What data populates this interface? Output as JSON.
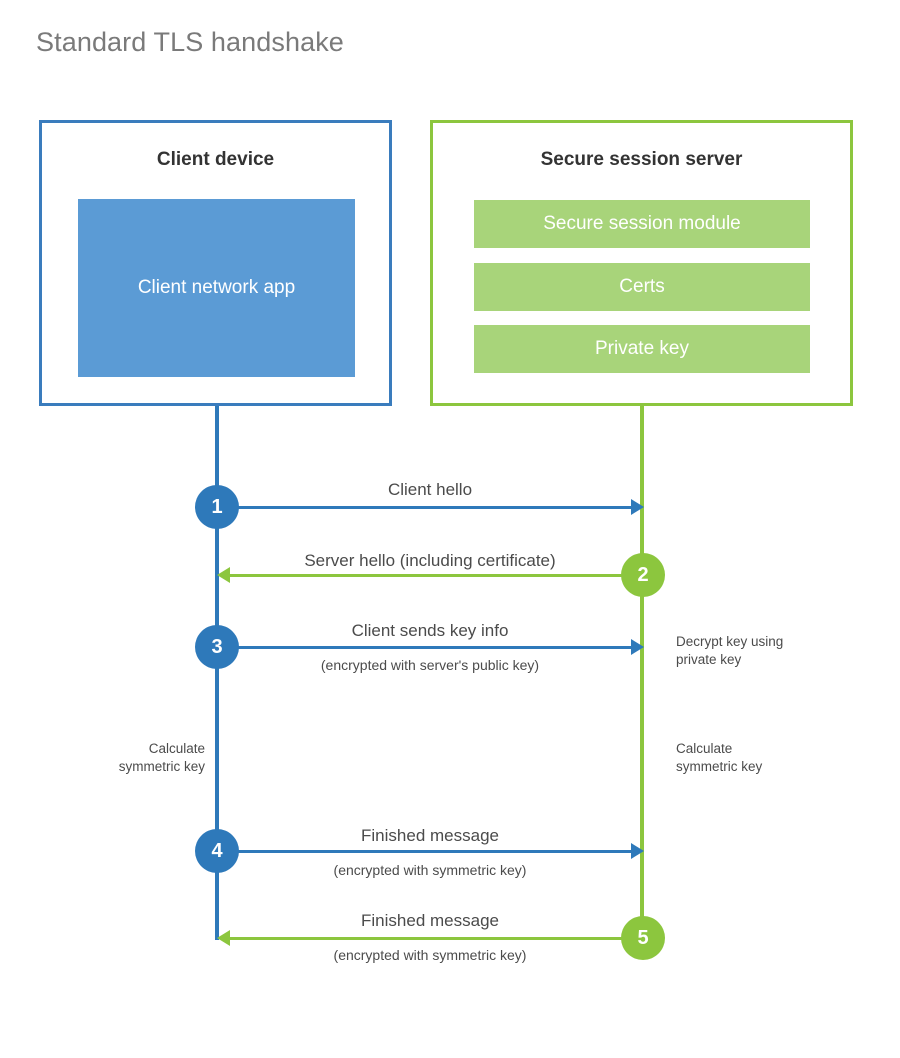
{
  "title": "Standard TLS handshake",
  "client_panel": {
    "title": "Client device",
    "app_label": "Client network app"
  },
  "server_panel": {
    "title": "Secure session server",
    "blocks": [
      {
        "label": "Secure session module"
      },
      {
        "label": "Certs"
      },
      {
        "label": "Private key"
      }
    ]
  },
  "colors": {
    "client_blue": "#2e79ba",
    "client_app_fill": "#5b9bd5",
    "server_green": "#8cc63e",
    "server_block_fill": "#a8d47a",
    "title_gray": "#7a7a7a",
    "text_gray": "#4b4b4b"
  },
  "steps": [
    {
      "number": "1",
      "label": "Client hello",
      "sub": "",
      "direction": "client-to-server",
      "color": "#2e79ba"
    },
    {
      "number": "2",
      "label": "Server hello (including certificate)",
      "sub": "",
      "direction": "server-to-client",
      "color": "#8cc63e"
    },
    {
      "number": "3",
      "label": "Client sends key info",
      "sub": "(encrypted with server's public key)",
      "direction": "client-to-server",
      "color": "#2e79ba"
    },
    {
      "number": "4",
      "label": "Finished message",
      "sub": "(encrypted with symmetric key)",
      "direction": "client-to-server",
      "color": "#2e79ba"
    },
    {
      "number": "5",
      "label": "Finished message",
      "sub": "(encrypted with symmetric key)",
      "direction": "server-to-client",
      "color": "#8cc63e"
    }
  ],
  "notes": {
    "decrypt_key": "Decrypt key using\nprivate key",
    "decrypt_key_line1": "Decrypt key using",
    "decrypt_key_line2": "private key",
    "calc_key_client_line1": "Calculate",
    "calc_key_client_line2": "symmetric key",
    "calc_key_server_line1": "Calculate",
    "calc_key_server_line2": "symmetric key"
  }
}
